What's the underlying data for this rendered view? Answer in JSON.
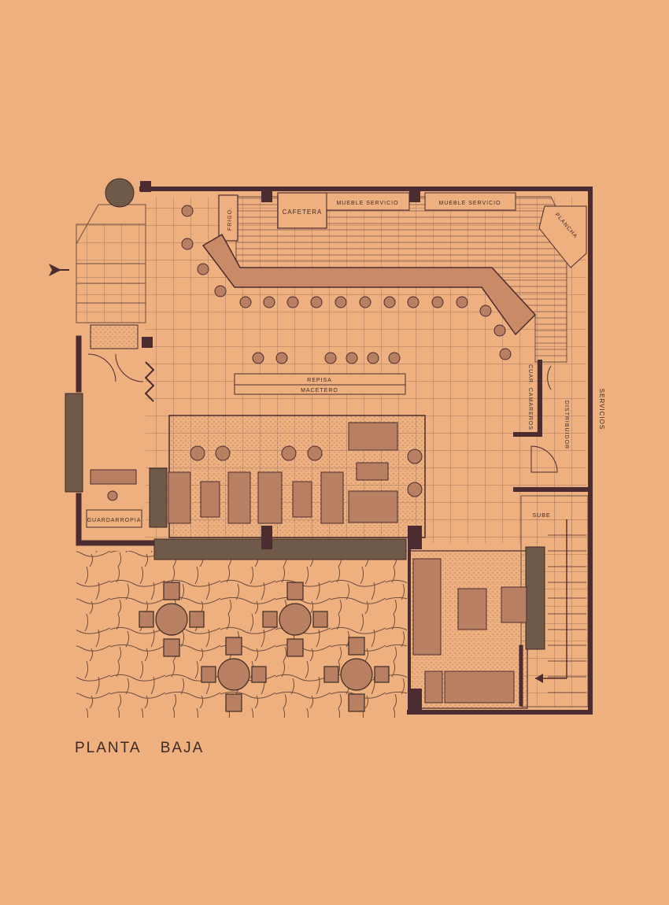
{
  "caption": "PLANTA BAJA",
  "labels": {
    "cafetera": "CAFETERA",
    "frigo": "FRIGO.",
    "mueble_servicio_1": "MUEBLE SERVICIO",
    "mueble_servicio_2": "MUEBLE SERVICIO",
    "plancha": "PLANCHA",
    "repisa": "REPISA",
    "macetero": "MACETERO",
    "cuarto_camareros": "CUAR. CAMAREROS",
    "distribuidor": "DISTRIBUIDOR",
    "servicios": "SERVICIOS",
    "guardarropia": "GUARDARROPIA",
    "sube": "SUBE"
  },
  "colors": {
    "paper": "#efb07f",
    "ink": "#3d2a25",
    "wall": "#4a2c31",
    "wood": "#c98a67",
    "plant": "#6f5a4a"
  }
}
